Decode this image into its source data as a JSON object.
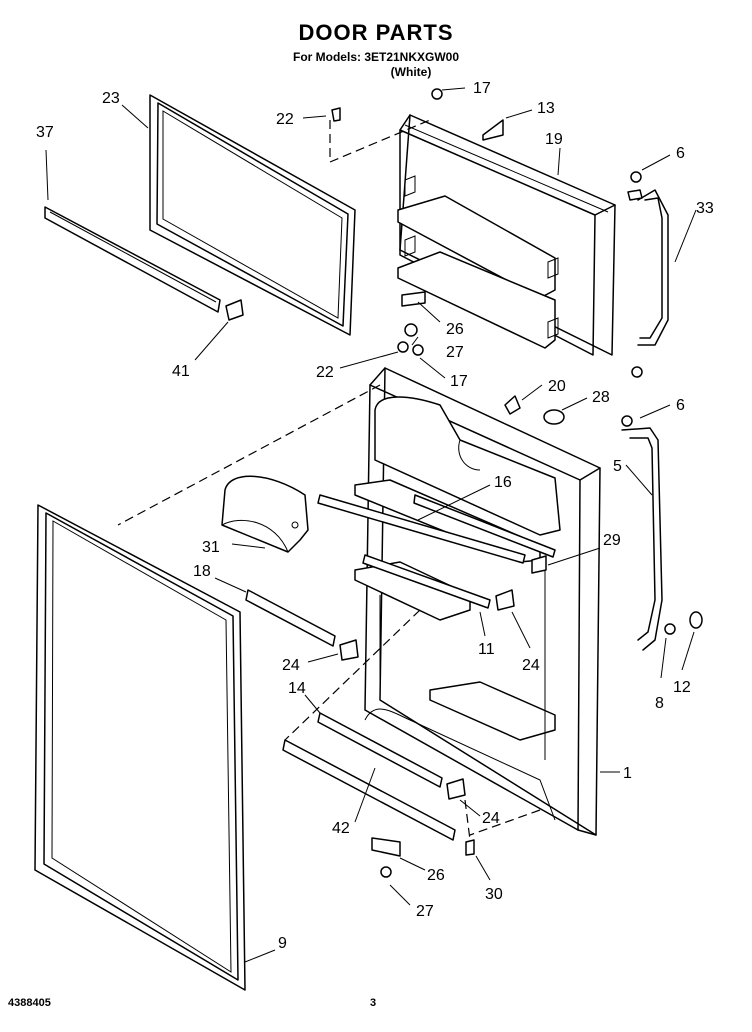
{
  "header": {
    "title": "DOOR PARTS",
    "models": "For Models: 3ET21NKXGW00",
    "color": "(White)"
  },
  "footer": {
    "doc_number": "4388405",
    "page": "3"
  },
  "callouts": [
    "23",
    "37",
    "22",
    "17",
    "13",
    "19",
    "6",
    "33",
    "41",
    "26",
    "27",
    "22",
    "17",
    "20",
    "28",
    "6",
    "5",
    "16",
    "31",
    "29",
    "18",
    "24",
    "11",
    "24",
    "8",
    "12",
    "14",
    "1",
    "42",
    "24",
    "26",
    "30",
    "27",
    "9"
  ]
}
